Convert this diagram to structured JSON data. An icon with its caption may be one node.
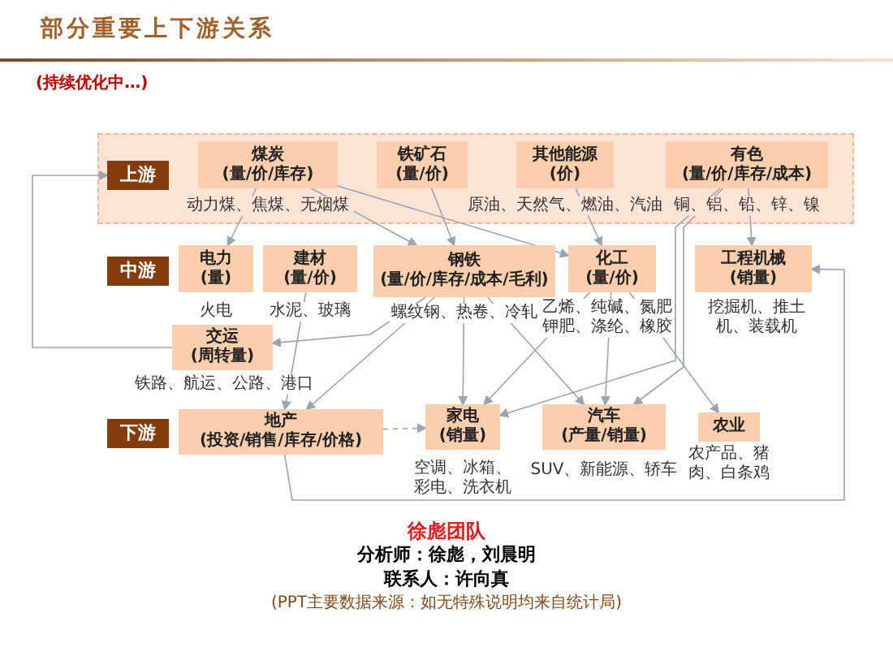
{
  "diagram": {
    "title": "部分重要上下游关系",
    "nodes": [
      {
        "text": [
          "上游"
        ]
      },
      {
        "text": [
          "煤炭",
          "(量/价/库存)"
        ],
        "beside": [
          "动力煤、焦煤、无烟煤"
        ]
      },
      {
        "text": [
          "铁矿石",
          "(量/价)"
        ]
      },
      {
        "text": [
          "其他能源",
          "(价)"
        ],
        "beside": [
          "原油、天然气、燃油、汽油"
        ]
      },
      {
        "text": [
          "有色",
          "(量/价/库存/成本)"
        ],
        "beside": [
          "铜、铝、铅、锌、镍"
        ]
      },
      {
        "text": [
          "中游"
        ]
      },
      {
        "text": [
          "电力",
          "(量)"
        ],
        "beside": [
          "火电"
        ]
      },
      {
        "text": [
          "建材",
          "(量/价)"
        ],
        "beside": [
          "水泥、玻璃"
        ]
      },
      {
        "text": [
          "钢铁",
          "(量/价/库存/成本/毛利)"
        ],
        "beside": [
          "螺纹钢、热卷、冷轧"
        ]
      },
      {
        "text": [
          "化工",
          "(量/价)"
        ],
        "beside": [
          "乙烯、纯碱、氮肥钾肥、涤纶、橡胶"
        ]
      },
      {
        "text": [
          "工程机械",
          "(销量)"
        ],
        "beside": [
          "挖掘机、推土机、装载机"
        ]
      },
      {
        "text": [
          "交运",
          "(周转量)"
        ],
        "beside": [
          "铁路、航运、公路、港口"
        ]
      },
      {
        "text": [
          "下游"
        ]
      },
      {
        "text": [
          "地产",
          "(投资/销售/库存/价格)"
        ]
      },
      {
        "text": [
          "家电",
          "(销量)"
        ],
        "beside": [
          "空调、冰箱、彩电、洗衣机"
        ]
      },
      {
        "text": [
          "汽车",
          "(产量/销量)"
        ],
        "beside": [
          "SUV、新能源、轿车"
        ]
      },
      {
        "text": [
          "农业"
        ],
        "beside": [
          "农产品、猪肉、白条鸡"
        ]
      }
    ],
    "edges": [
      {
        "from": 1,
        "to": 6,
        "arrow": "to"
      },
      {
        "from": 1,
        "to": 8,
        "arrow": "to"
      },
      {
        "from": 1,
        "to": 9,
        "arrow": "to"
      },
      {
        "from": 2,
        "to": 8,
        "arrow": "to"
      },
      {
        "from": 3,
        "to": 9,
        "arrow": "to"
      },
      {
        "from": 4,
        "to": 10,
        "arrow": "to"
      },
      {
        "from": 4,
        "to": 14,
        "arrow": "to"
      },
      {
        "from": 4,
        "to": 15,
        "arrow": "to"
      },
      {
        "from": 7,
        "to": 13,
        "arrow": "to"
      },
      {
        "from": 8,
        "to": 13,
        "arrow": "to"
      },
      {
        "from": 8,
        "to": 14,
        "arrow": "to"
      },
      {
        "from": 8,
        "to": 15,
        "arrow": "to"
      },
      {
        "from": 8,
        "to": 11,
        "arrow": "to"
      },
      {
        "from": 9,
        "to": 14,
        "arrow": "to"
      },
      {
        "from": 9,
        "to": 15,
        "arrow": "to"
      },
      {
        "from": 9,
        "to": 16,
        "arrow": "to"
      },
      {
        "from": 13,
        "to": 14,
        "arrow": "to",
        "style": "dashed"
      },
      {
        "from": 13,
        "to": 10,
        "arrow": "to"
      },
      {
        "from": 11,
        "to": 0,
        "arrow": "to"
      }
    ],
    "labels": [
      "(持续优化中…)",
      "徐彪团队",
      "分析师：徐彪，刘晨明",
      "联系人：许向真",
      "(PPT主要数据来源：如无特殊说明均来自统计局)"
    ]
  }
}
